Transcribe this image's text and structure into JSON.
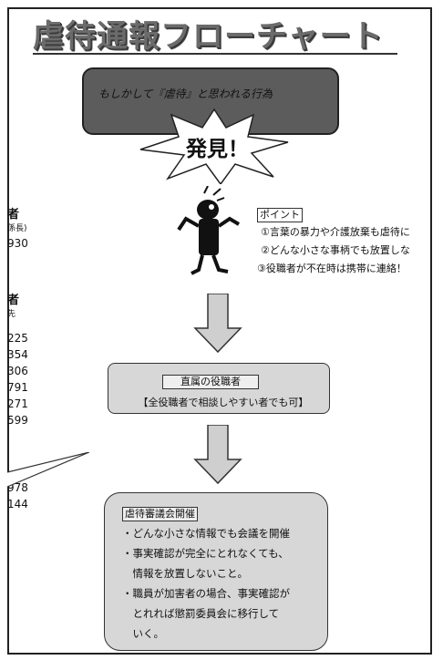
{
  "title": "虐待通報フローチャート",
  "banner": {
    "text": "もしかして『虐待』と思われる行為"
  },
  "burst": {
    "text": "発見！"
  },
  "points": {
    "label": "ポイント",
    "items": [
      "①言葉の暴力や介護放棄も虐待に",
      "②どんな小さな事柄でも放置しな",
      "③役職者が不在時は携帯に連絡！"
    ]
  },
  "step1": {
    "title": "直属の役職者",
    "subtitle": "【全役職者で相談しやすい者でも可】"
  },
  "step2": {
    "title": "虐待審議会開催",
    "items": [
      "・どんな小さな情報でも会議を開催",
      "・事実確認が完全にとれなくても、",
      "　情報を放置しないこと。",
      "・職員が加害者の場合、事実確認が",
      "　とれれば懲罰委員会に移行して",
      "　いく。"
    ]
  },
  "left_column": {
    "group1": {
      "heading": "者",
      "sub": "係長)",
      "numbers": [
        "930"
      ]
    },
    "group2": {
      "heading": "者",
      "sub": "先",
      "numbers": [
        "225",
        "354",
        "306",
        "791",
        "271",
        "599",
        "978",
        "144"
      ]
    }
  },
  "colors": {
    "banner_bg": "#5c5c5c",
    "box_bg": "#d7d7d7",
    "arrow_fill": "#cfcfcf"
  }
}
